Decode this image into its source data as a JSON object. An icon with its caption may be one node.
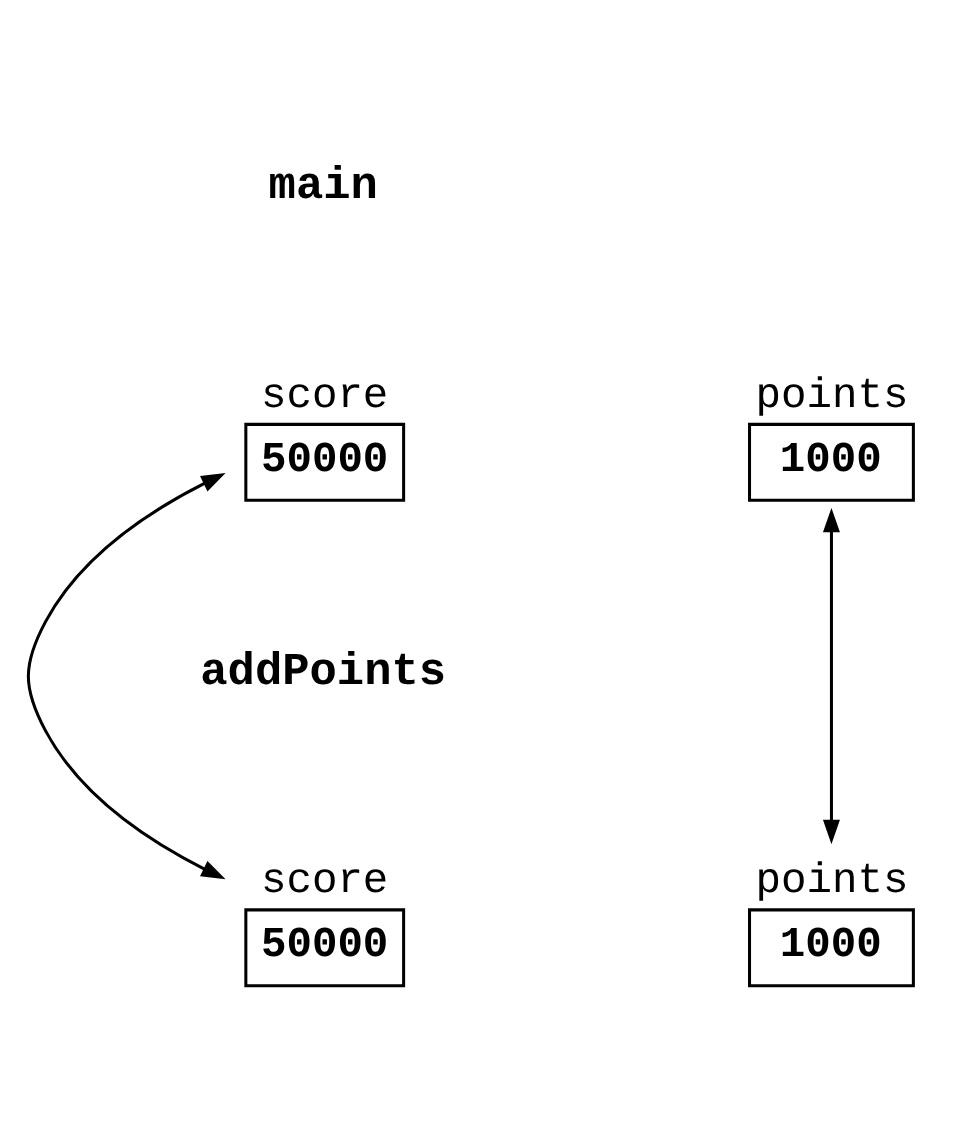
{
  "diagram": {
    "nodes": [
      {
        "text": [
          "score",
          "50000"
        ]
      },
      {
        "text": [
          "points",
          "1000"
        ]
      },
      {
        "text": [
          "score",
          "50000"
        ]
      },
      {
        "text": [
          "points",
          "1000"
        ]
      }
    ],
    "edges": [
      {
        "from": 0,
        "to": 2,
        "arrow": "both"
      },
      {
        "from": 1,
        "to": 3,
        "arrow": "both"
      }
    ],
    "labels": [
      "main",
      "addPoints"
    ]
  }
}
